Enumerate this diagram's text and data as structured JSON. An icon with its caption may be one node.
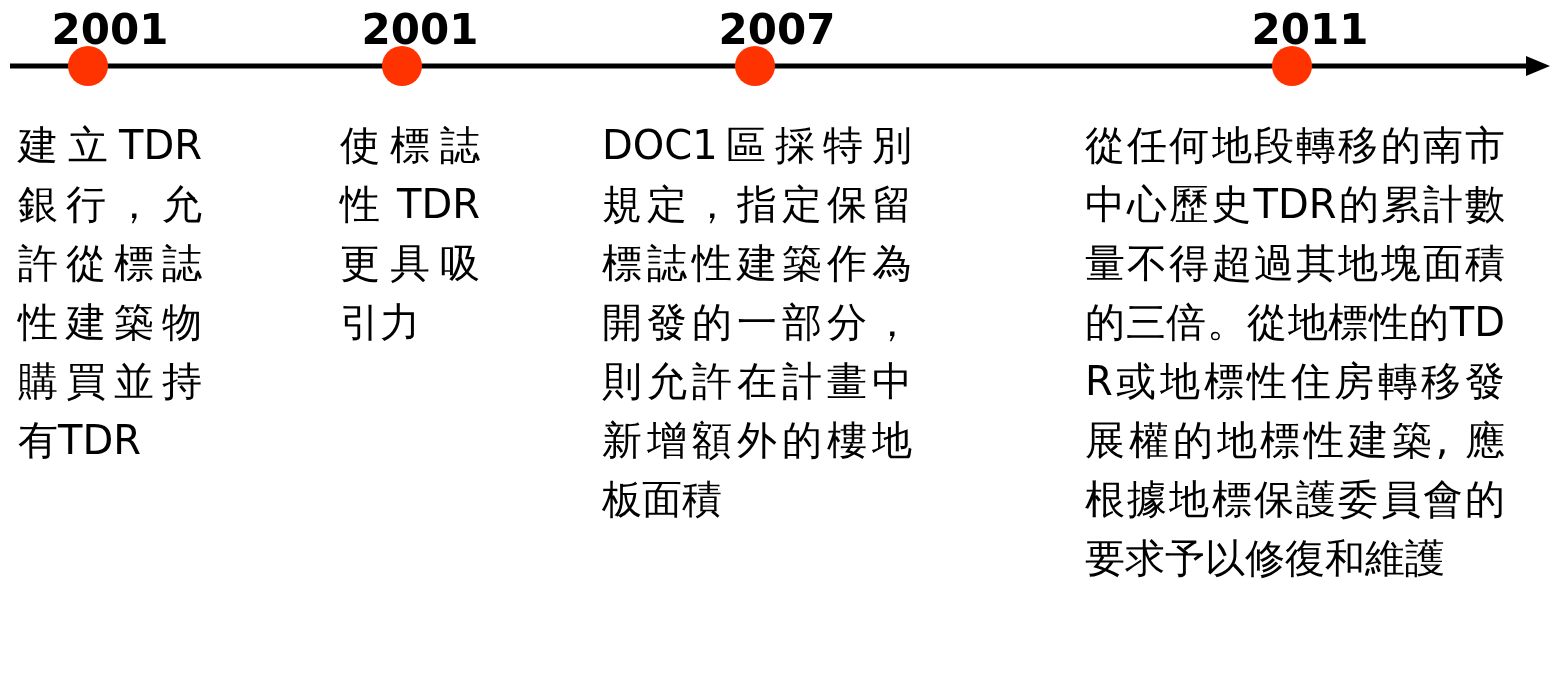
{
  "diagram": {
    "labels": [
      "2001",
      "2001",
      "2007",
      "2011",
      "建立TDR銀行，允許從標誌性建築物購買並持有TDR",
      "使標誌性TDR更具吸引力",
      "DOC1區採特別規定，指定保留標誌性建築作為開發的一部分，則允許在計畫中新增額外的樓地板面積",
      "從任何地段轉移的南市中心歷史TDR的累計數量不得超過其地塊面積的三倍。從地標性的TDR或地標性住房轉移發展權的地標性建築, 應根據地標保護委員會的要求予以修復和維護"
    ]
  }
}
